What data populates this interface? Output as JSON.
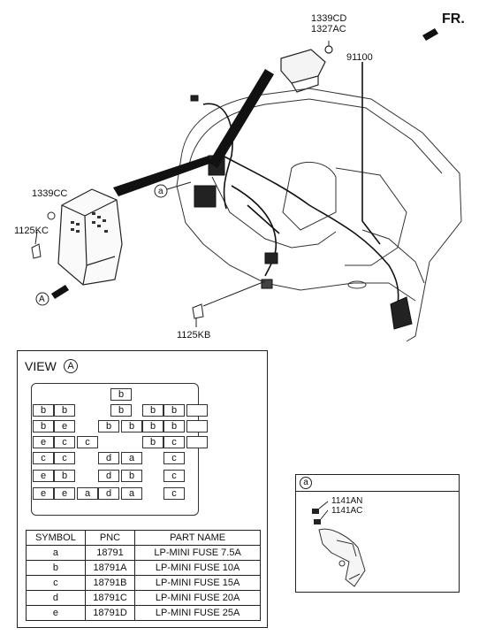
{
  "labels": {
    "fr": "FR.",
    "p1339cd": "1339CD",
    "p1327ac": "1327AC",
    "p91100": "91100",
    "p1339cc": "1339CC",
    "p1125kc": "1125KC",
    "view_marker": "A",
    "callout_a": "a",
    "p1125kb": "1125KB"
  },
  "view": {
    "title": "VIEW",
    "marker": "A",
    "fuses": [
      {
        "t": "b"
      },
      {
        "t": "b"
      },
      {
        "t": "b"
      },
      {
        "t": "b"
      },
      {
        "t": "b"
      },
      {
        "t": "b"
      },
      {
        "t": ""
      },
      {
        "t": "b"
      },
      {
        "t": "e"
      },
      {
        "t": "b"
      },
      {
        "t": "b"
      },
      {
        "t": "b"
      },
      {
        "t": "b"
      },
      {
        "t": ""
      },
      {
        "t": "e"
      },
      {
        "t": "c"
      },
      {
        "t": "c"
      },
      {
        "t": "b"
      },
      {
        "t": "c"
      },
      {
        "t": ""
      },
      {
        "t": "c"
      },
      {
        "t": "c"
      },
      {
        "t": "d"
      },
      {
        "t": "a"
      },
      {
        "t": "c"
      },
      {
        "t": "e"
      },
      {
        "t": "b"
      },
      {
        "t": "d"
      },
      {
        "t": "b"
      },
      {
        "t": "c"
      },
      {
        "t": "e"
      },
      {
        "t": "e"
      },
      {
        "t": "a"
      },
      {
        "t": "d"
      },
      {
        "t": "a"
      },
      {
        "t": "c"
      }
    ],
    "table": {
      "headers": [
        "SYMBOL",
        "PNC",
        "PART NAME"
      ],
      "rows": [
        [
          "a",
          "18791",
          "LP-MINI FUSE 7.5A"
        ],
        [
          "b",
          "18791A",
          "LP-MINI FUSE 10A"
        ],
        [
          "c",
          "18791B",
          "LP-MINI FUSE 15A"
        ],
        [
          "d",
          "18791C",
          "LP-MINI FUSE 20A"
        ],
        [
          "e",
          "18791D",
          "LP-MINI FUSE 25A"
        ]
      ]
    }
  },
  "detail": {
    "marker": "a",
    "p1141an": "1141AN",
    "p1141ac": "1141AC"
  }
}
